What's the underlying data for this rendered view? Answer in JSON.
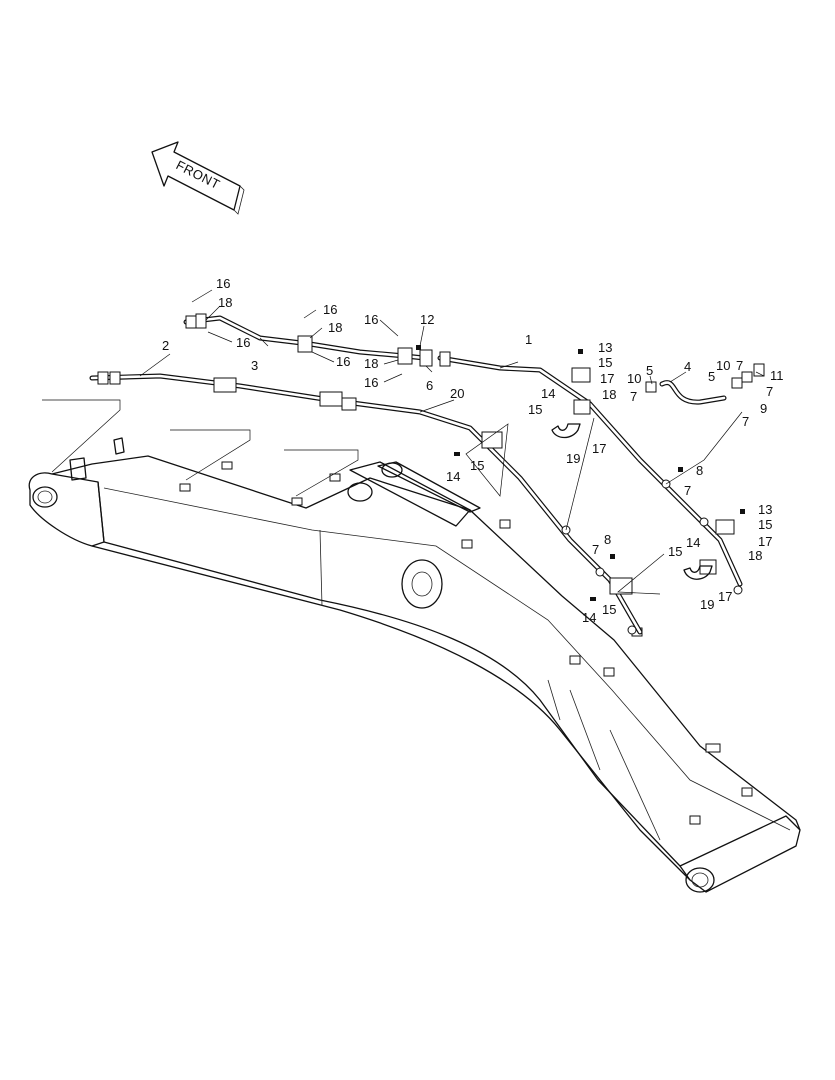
{
  "direction_arrow": {
    "label": "FRONT"
  },
  "callouts": [
    {
      "id": "c16a",
      "text": "16"
    },
    {
      "id": "c18a",
      "text": "18"
    },
    {
      "id": "c16b",
      "text": "16"
    },
    {
      "id": "c16c",
      "text": "16"
    },
    {
      "id": "c18b",
      "text": "18"
    },
    {
      "id": "c16d",
      "text": "16"
    },
    {
      "id": "c16e",
      "text": "16"
    },
    {
      "id": "c12",
      "text": "12"
    },
    {
      "id": "c18c",
      "text": "18"
    },
    {
      "id": "c16f",
      "text": "16"
    },
    {
      "id": "c6",
      "text": "6"
    },
    {
      "id": "c3",
      "text": "3"
    },
    {
      "id": "c2",
      "text": "2"
    },
    {
      "id": "c1",
      "text": "1"
    },
    {
      "id": "c20",
      "text": "20"
    },
    {
      "id": "c13a",
      "text": "13"
    },
    {
      "id": "c15a",
      "text": "15"
    },
    {
      "id": "c17a",
      "text": "17"
    },
    {
      "id": "c18d",
      "text": "18"
    },
    {
      "id": "c14a",
      "text": "14"
    },
    {
      "id": "c15b",
      "text": "15"
    },
    {
      "id": "c17b",
      "text": "17"
    },
    {
      "id": "c19a",
      "text": "19"
    },
    {
      "id": "c5a",
      "text": "5"
    },
    {
      "id": "c10a",
      "text": "10"
    },
    {
      "id": "c7a",
      "text": "7"
    },
    {
      "id": "c4",
      "text": "4"
    },
    {
      "id": "c10b",
      "text": "10"
    },
    {
      "id": "c7b",
      "text": "7"
    },
    {
      "id": "c5b",
      "text": "5"
    },
    {
      "id": "c11",
      "text": "11"
    },
    {
      "id": "c7c",
      "text": "7"
    },
    {
      "id": "c9",
      "text": "9"
    },
    {
      "id": "c7d",
      "text": "7"
    },
    {
      "id": "c8a",
      "text": "8"
    },
    {
      "id": "c7e",
      "text": "7"
    },
    {
      "id": "c14b",
      "text": "14"
    },
    {
      "id": "c15c",
      "text": "15"
    },
    {
      "id": "c13b",
      "text": "13"
    },
    {
      "id": "c15d",
      "text": "15"
    },
    {
      "id": "c17c",
      "text": "17"
    },
    {
      "id": "c15e",
      "text": "15"
    },
    {
      "id": "c14c",
      "text": "14"
    },
    {
      "id": "c18e",
      "text": "18"
    },
    {
      "id": "c19b",
      "text": "19"
    },
    {
      "id": "c17d",
      "text": "17"
    },
    {
      "id": "c8b",
      "text": "8"
    },
    {
      "id": "c7f",
      "text": "7"
    },
    {
      "id": "c14d",
      "text": "14"
    },
    {
      "id": "c15f",
      "text": "15"
    }
  ]
}
